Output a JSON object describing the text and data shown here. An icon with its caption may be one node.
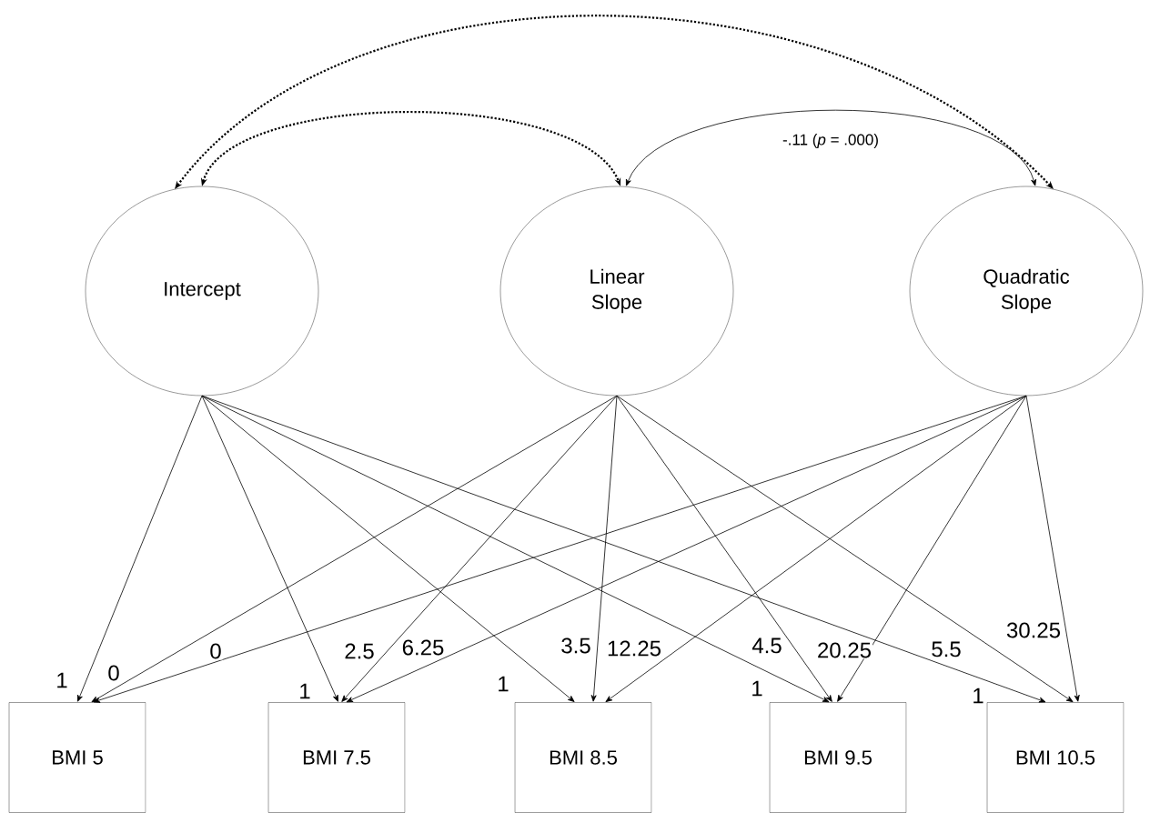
{
  "diagram": {
    "nodes": [
      {
        "text": [
          "Intercept"
        ]
      },
      {
        "text": [
          "Linear Slope"
        ]
      },
      {
        "text": [
          "Quadratic Slope"
        ]
      },
      {
        "text": [
          "BMI 5"
        ]
      },
      {
        "text": [
          "BMI 7.5"
        ]
      },
      {
        "text": [
          "BMI 8.5"
        ]
      },
      {
        "text": [
          "BMI 9.5"
        ]
      },
      {
        "text": [
          "BMI 10.5"
        ]
      }
    ],
    "edges": [
      {
        "from": 0,
        "to": 3,
        "arrow": "to",
        "label": "1"
      },
      {
        "from": 0,
        "to": 4,
        "arrow": "to",
        "label": "1"
      },
      {
        "from": 0,
        "to": 5,
        "arrow": "to",
        "label": "1"
      },
      {
        "from": 0,
        "to": 6,
        "arrow": "to",
        "label": "1"
      },
      {
        "from": 0,
        "to": 7,
        "arrow": "to",
        "label": "1"
      },
      {
        "from": 1,
        "to": 3,
        "arrow": "to",
        "label": "0"
      },
      {
        "from": 1,
        "to": 4,
        "arrow": "to",
        "label": "2.5"
      },
      {
        "from": 1,
        "to": 5,
        "arrow": "to",
        "label": "3.5"
      },
      {
        "from": 1,
        "to": 6,
        "arrow": "to",
        "label": "4.5"
      },
      {
        "from": 1,
        "to": 7,
        "arrow": "to",
        "label": "5.5"
      },
      {
        "from": 2,
        "to": 3,
        "arrow": "to",
        "label": "0"
      },
      {
        "from": 2,
        "to": 4,
        "arrow": "to",
        "label": "6.25"
      },
      {
        "from": 2,
        "to": 5,
        "arrow": "to",
        "label": "12.25"
      },
      {
        "from": 2,
        "to": 6,
        "arrow": "to",
        "label": "20.25"
      },
      {
        "from": 2,
        "to": 7,
        "arrow": "to",
        "label": "30.25"
      },
      {
        "from": 0,
        "to": 1,
        "arrow": "both",
        "style": "dashed"
      },
      {
        "from": 0,
        "to": 2,
        "arrow": "both",
        "style": "dashed"
      },
      {
        "from": 1,
        "to": 2,
        "arrow": "both",
        "label": "-.11 (*p* = .000)"
      }
    ]
  }
}
